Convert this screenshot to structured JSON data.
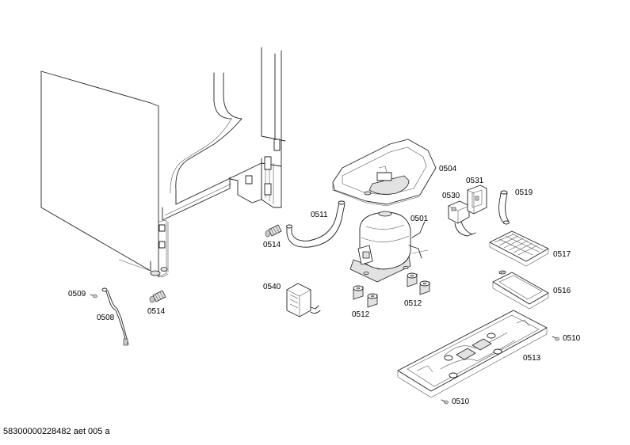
{
  "labels": {
    "p0504": "0504",
    "p0531": "0531",
    "p0519": "0519",
    "p0530": "0530",
    "p0511": "0511",
    "p0501": "0501",
    "p0514a": "0514",
    "p0517": "0517",
    "p0540": "0540",
    "p0509": "0509",
    "p0516": "0516",
    "p0508": "0508",
    "p0514b": "0514",
    "p0512a": "0512",
    "p0512b": "0512",
    "p0510a": "0510",
    "p0513": "0513",
    "p0510b": "0510"
  },
  "footer": "58300000228482 aet 005 a"
}
